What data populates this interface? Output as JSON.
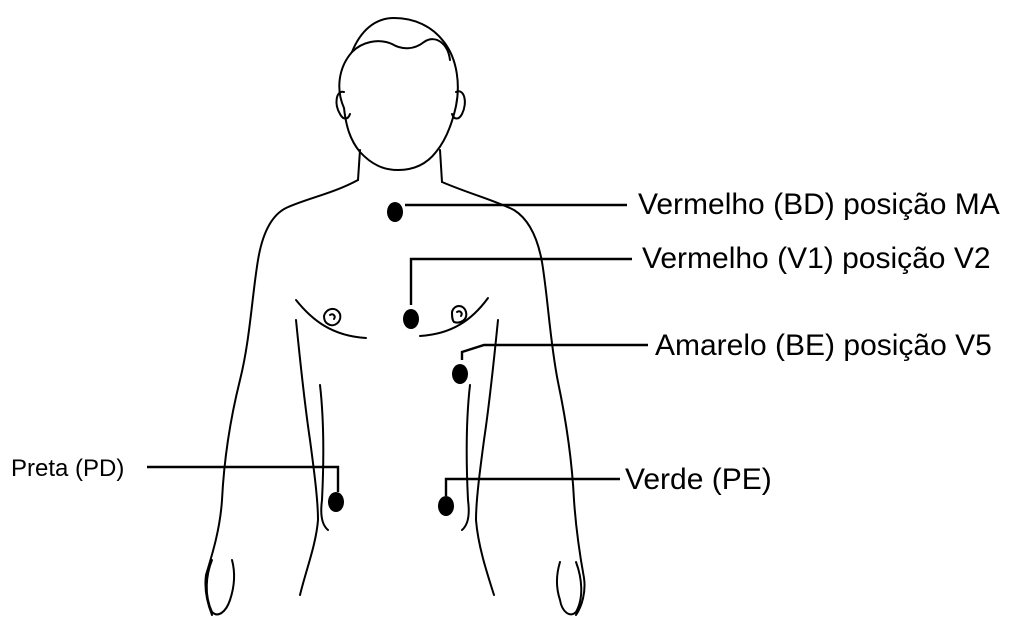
{
  "figure": {
    "labels": {
      "ma": "Vermelho (BD) posição MA",
      "v2": "Vermelho (V1) posição V2",
      "v5": "Amarelo (BE) posição V5",
      "pd": "Preta (PD)",
      "pe": "Verde (PE)"
    },
    "colors": {
      "line": "#000000",
      "background": "#ffffff"
    }
  }
}
